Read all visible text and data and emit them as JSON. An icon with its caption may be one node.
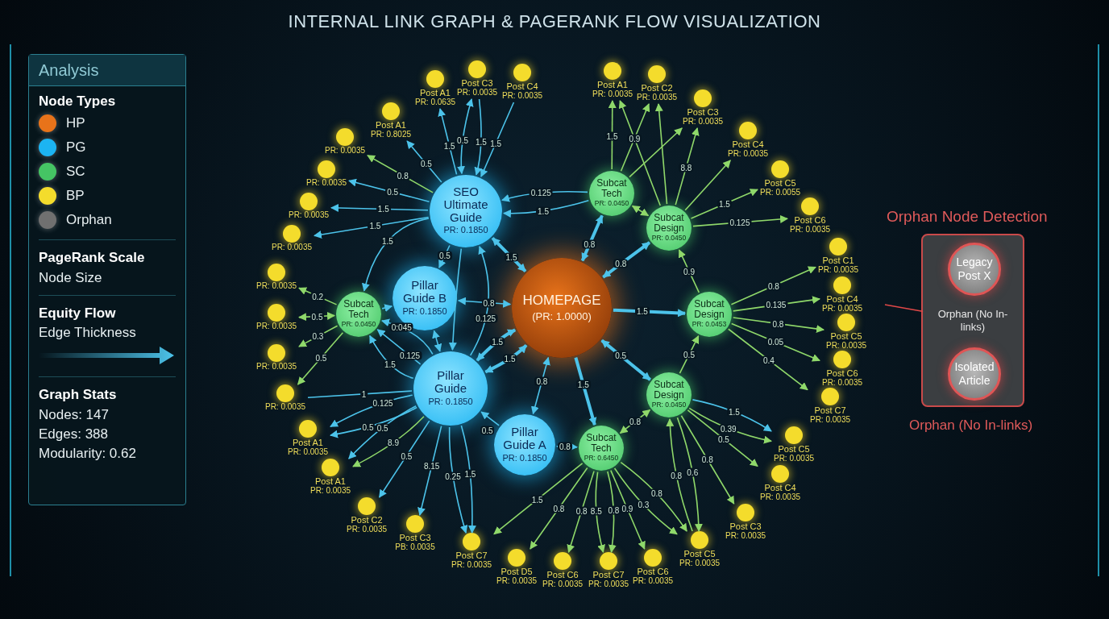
{
  "diagram": {
    "title": "INTERNAL LINK GRAPH & PAGERANK FLOW VISUALIZATION",
    "nodes": [
      {
        "text": [
          "HOMEPAGE",
          "(PR: 1.0000)"
        ]
      },
      {
        "text": [
          "SEO Ultimate Guide",
          "PR: 0.1850"
        ]
      },
      {
        "text": [
          "Pillar Guide B",
          "PR: 0.1850"
        ]
      },
      {
        "text": [
          "Pillar Guide",
          "PR: 0.1850"
        ]
      },
      {
        "text": [
          "Pillar Guide A",
          "PR: 0.1850"
        ]
      },
      {
        "text": [
          "Subcat Tech",
          "PR: 0.0450"
        ]
      },
      {
        "text": [
          "Subcat Tech",
          "PR: 0.0450"
        ]
      },
      {
        "text": [
          "Subcat Design",
          "PR: 0.0450"
        ]
      },
      {
        "text": [
          "Subcat Design",
          "PR: 0.0453"
        ]
      },
      {
        "text": [
          "Subcat Design",
          "PR: 0.0450"
        ]
      },
      {
        "text": [
          "Subcat Tech",
          "PR: 0.6450"
        ]
      },
      {
        "text": [
          "PR: 0.0035"
        ]
      },
      {
        "text": [
          "Post A1",
          "PR: 0.8025"
        ]
      },
      {
        "text": [
          "Post A1",
          "PR: 0.0635"
        ]
      },
      {
        "text": [
          "Post C3",
          "PR: 0.0035"
        ]
      },
      {
        "text": [
          "Post C4",
          "PR: 0.0035"
        ]
      },
      {
        "text": [
          "PR: 0.0035"
        ]
      },
      {
        "text": [
          "PR: 0.0035"
        ]
      },
      {
        "text": [
          "PR: 0.0035"
        ]
      },
      {
        "text": [
          "PR: 0.0035"
        ]
      },
      {
        "text": [
          "PR: 0.0035"
        ]
      },
      {
        "text": [
          "PR: 0.0035"
        ]
      },
      {
        "text": [
          "PR: 0.0035"
        ]
      },
      {
        "text": [
          "Post A1",
          "PR: 0.0035"
        ]
      },
      {
        "text": [
          "Post A1",
          "PR: 0.0035"
        ]
      },
      {
        "text": [
          "Post C2",
          "PR: 0.0035"
        ]
      },
      {
        "text": [
          "Post C3",
          "PB: 0.0035"
        ]
      },
      {
        "text": [
          "Post C7",
          "PR: 0.0035"
        ]
      },
      {
        "text": [
          "Post A1",
          "PR: 0.0035"
        ]
      },
      {
        "text": [
          "Post C2",
          "PR: 0.0035"
        ]
      },
      {
        "text": [
          "Post C3",
          "PR: 0.0035"
        ]
      },
      {
        "text": [
          "Post C4",
          "PR: 0.0035"
        ]
      },
      {
        "text": [
          "Post C5",
          "PR: 0.0055"
        ]
      },
      {
        "text": [
          "Post C6",
          "PR: 0.0035"
        ]
      },
      {
        "text": [
          "Post C1",
          "PR: 0.0035"
        ]
      },
      {
        "text": [
          "Post C4",
          "PR: 0.0035"
        ]
      },
      {
        "text": [
          "Post C5",
          "PR: 0.0035"
        ]
      },
      {
        "text": [
          "Post C6",
          "PR: 0.0035"
        ]
      },
      {
        "text": [
          "Post C7",
          "PR: 0.0035"
        ]
      },
      {
        "text": [
          "Post C5",
          "PR: 0.0035"
        ]
      },
      {
        "text": [
          "Post C4",
          "PR: 0.0035"
        ]
      },
      {
        "text": [
          "Post C3",
          "PR: 0.0035"
        ]
      },
      {
        "text": [
          "Post C5",
          "PR: 0.0035"
        ]
      },
      {
        "text": [
          "Post C6",
          "PR: 0.0035"
        ]
      },
      {
        "text": [
          "Post C7",
          "PR: 0.0035"
        ]
      },
      {
        "text": [
          "Post C6",
          "PR: 0.0035"
        ]
      },
      {
        "text": [
          "Post D5",
          "PR: 0.0035"
        ]
      },
      {
        "text": [
          "Orphan (No In-links)"
        ]
      },
      {
        "text": [
          "Legacy Post X"
        ],
        "in": 47
      },
      {
        "text": [
          "Isolated Article"
        ],
        "in": 47
      }
    ],
    "edges": [
      {
        "from": 0,
        "to": 1,
        "arrow": "both",
        "label": "1.5",
        "style": "thick"
      },
      {
        "from": 0,
        "to": 2,
        "arrow": "both",
        "label": "0.8"
      },
      {
        "from": 3,
        "to": 0,
        "arrow": "both",
        "label": "1.5",
        "style": "thick"
      },
      {
        "from": 3,
        "to": 0,
        "arrow": "both",
        "label": "1.5",
        "style": "thick"
      },
      {
        "from": 4,
        "to": 0,
        "arrow": "both",
        "label": "0.8"
      },
      {
        "from": 0,
        "to": 6,
        "arrow": "both",
        "label": "0.8",
        "style": "thick"
      },
      {
        "from": 0,
        "to": 7,
        "arrow": "both",
        "label": "0.8",
        "style": "thick"
      },
      {
        "from": 0,
        "to": 8,
        "arrow": "to",
        "label": "1.5",
        "style": "thick"
      },
      {
        "from": 0,
        "to": 9,
        "arrow": "both",
        "label": "0.5",
        "style": "thick"
      },
      {
        "from": 0,
        "to": 10,
        "arrow": "to",
        "label": "1.5",
        "style": "thick"
      },
      {
        "from": 4,
        "to": 10,
        "arrow": "both",
        "label": "0.8"
      },
      {
        "from": 10,
        "to": 9,
        "arrow": "both",
        "label": "0.8",
        "color": "#8fd86a"
      },
      {
        "from": 9,
        "to": 8,
        "arrow": "to",
        "label": "0.5",
        "color": "#8fd86a"
      },
      {
        "from": 8,
        "to": 7,
        "arrow": "to",
        "label": "0.9",
        "color": "#8fd86a"
      },
      {
        "from": 6,
        "to": 7,
        "arrow": "both",
        "color": "#8fd86a"
      },
      {
        "from": 6,
        "to": 1,
        "arrow": "to",
        "label": "0.125"
      },
      {
        "from": 6,
        "to": 1,
        "arrow": "to",
        "label": "1.5"
      },
      {
        "from": 1,
        "to": 2,
        "arrow": "to",
        "label": "0.5"
      },
      {
        "from": 1,
        "to": 3,
        "arrow": "to"
      },
      {
        "from": 3,
        "to": 1,
        "arrow": "to",
        "label": "0.125"
      },
      {
        "from": 1,
        "to": 5,
        "arrow": "to",
        "label": "1.5"
      },
      {
        "from": 3,
        "to": 5,
        "arrow": "to",
        "label": "1.5"
      },
      {
        "from": 3,
        "to": 5,
        "arrow": "to",
        "label": "0.125"
      },
      {
        "from": 3,
        "to": 5,
        "arrow": "to",
        "label": "0:045"
      },
      {
        "from": 5,
        "to": 2,
        "arrow": "to"
      },
      {
        "from": 3,
        "to": 2,
        "arrow": "both"
      },
      {
        "from": 3,
        "to": 22,
        "arrow": "none",
        "label": "1"
      },
      {
        "from": 4,
        "to": 3,
        "arrow": "to",
        "label": "0.5"
      },
      {
        "from": 10,
        "to": 27,
        "arrow": "to",
        "label": "1.5",
        "color": "#8fd86a"
      },
      {
        "from": 1,
        "to": 11,
        "arrow": "to",
        "label": "0.8",
        "color": "#8fd86a"
      },
      {
        "from": 1,
        "to": 12,
        "arrow": "to",
        "label": "0.5"
      },
      {
        "from": 1,
        "to": 13,
        "arrow": "to",
        "label": "1.5"
      },
      {
        "from": 1,
        "to": 14,
        "arrow": "both",
        "label": "0.5"
      },
      {
        "from": 14,
        "to": 1,
        "arrow": "to",
        "label": "1.5"
      },
      {
        "from": 15,
        "to": 1,
        "arrow": "to",
        "label": "1.5"
      },
      {
        "from": 1,
        "to": 16,
        "arrow": "to",
        "label": "0.5"
      },
      {
        "from": 1,
        "to": 17,
        "arrow": "to",
        "label": "1.5"
      },
      {
        "from": 1,
        "to": 18,
        "arrow": "to",
        "label": "1.5"
      },
      {
        "from": 5,
        "to": 19,
        "arrow": "to",
        "label": "0.2",
        "color": "#8fd86a"
      },
      {
        "from": 5,
        "to": 20,
        "arrow": "both",
        "label": "0.5",
        "color": "#8fd86a"
      },
      {
        "from": 5,
        "to": 21,
        "arrow": "to",
        "label": "0.3",
        "color": "#8fd86a"
      },
      {
        "from": 5,
        "to": 22,
        "arrow": "to",
        "label": "0.5",
        "color": "#8fd86a"
      },
      {
        "from": 3,
        "to": 23,
        "arrow": "to",
        "label": "0.5"
      },
      {
        "from": 3,
        "to": 23,
        "arrow": "to",
        "label": "0.125"
      },
      {
        "from": 3,
        "to": 24,
        "arrow": "to",
        "label": "8.9",
        "color": "#8fd86a"
      },
      {
        "from": 3,
        "to": 24,
        "arrow": "to",
        "label": "0.5"
      },
      {
        "from": 3,
        "to": 25,
        "arrow": "to",
        "label": "0.5"
      },
      {
        "from": 3,
        "to": 26,
        "arrow": "to",
        "label": "8.15"
      },
      {
        "from": 3,
        "to": 27,
        "arrow": "to",
        "label": "1.5"
      },
      {
        "from": 3,
        "to": 27,
        "arrow": "to",
        "label": "0.25"
      },
      {
        "from": 6,
        "to": 28,
        "arrow": "to",
        "label": "1.5",
        "color": "#8fd86a"
      },
      {
        "from": 6,
        "to": 29,
        "arrow": "to",
        "label": "0.9",
        "color": "#8fd86a"
      },
      {
        "from": 6,
        "to": 30,
        "arrow": "to",
        "color": "#8fd86a"
      },
      {
        "from": 7,
        "to": 28,
        "arrow": "to",
        "color": "#8fd86a"
      },
      {
        "from": 7,
        "to": 29,
        "arrow": "to",
        "color": "#8fd86a"
      },
      {
        "from": 7,
        "to": 30,
        "arrow": "to",
        "label": "8.8",
        "color": "#8fd86a"
      },
      {
        "from": 7,
        "to": 31,
        "arrow": "to",
        "color": "#8fd86a"
      },
      {
        "from": 7,
        "to": 32,
        "arrow": "to",
        "label": "1.5",
        "color": "#8fd86a"
      },
      {
        "from": 7,
        "to": 33,
        "arrow": "to",
        "label": "0.125",
        "color": "#8fd86a"
      },
      {
        "from": 8,
        "to": 34,
        "arrow": "to",
        "label": "0.8",
        "color": "#8fd86a"
      },
      {
        "from": 8,
        "to": 35,
        "arrow": "to",
        "label": "0.135",
        "color": "#8fd86a"
      },
      {
        "from": 8,
        "to": 36,
        "arrow": "to",
        "label": "0.8",
        "color": "#8fd86a"
      },
      {
        "from": 8,
        "to": 37,
        "arrow": "to",
        "label": "0.05",
        "color": "#8fd86a"
      },
      {
        "from": 8,
        "to": 38,
        "arrow": "to",
        "label": "0.4",
        "color": "#8fd86a"
      },
      {
        "from": 9,
        "to": 39,
        "arrow": "to",
        "label": "1.5"
      },
      {
        "from": 9,
        "to": 39,
        "arrow": "to",
        "label": "0.39",
        "color": "#8fd86a"
      },
      {
        "from": 9,
        "to": 40,
        "arrow": "to",
        "label": "0.5",
        "color": "#8fd86a"
      },
      {
        "from": 9,
        "to": 41,
        "arrow": "to",
        "label": "0.8",
        "color": "#8fd86a"
      },
      {
        "from": 9,
        "to": 42,
        "arrow": "to",
        "label": "0.6",
        "color": "#8fd86a"
      },
      {
        "from": 42,
        "to": 9,
        "arrow": "to",
        "label": "0.8",
        "color": "#8fd86a"
      },
      {
        "from": 10,
        "to": 42,
        "arrow": "to",
        "label": "0.8",
        "color": "#8fd86a"
      },
      {
        "from": 10,
        "to": 42,
        "arrow": "to",
        "label": "0.3",
        "color": "#8fd86a"
      },
      {
        "from": 10,
        "to": 43,
        "arrow": "to",
        "label": "0.9",
        "color": "#8fd86a"
      },
      {
        "from": 10,
        "to": 44,
        "arrow": "to",
        "label": "0.8",
        "color": "#8fd86a"
      },
      {
        "from": 10,
        "to": 44,
        "arrow": "to",
        "label": "8.5",
        "color": "#8fd86a"
      },
      {
        "from": 10,
        "to": 45,
        "arrow": "to",
        "label": "0.8",
        "color": "#8fd86a"
      },
      {
        "from": 10,
        "to": 46,
        "arrow": "to",
        "label": "0.8",
        "color": "#8fd86a"
      },
      {
        "from": null,
        "to": 47,
        "arrow": "none",
        "color": "#e04848"
      }
    ],
    "labels": [
      "Analysis",
      "Node Types",
      "PageRank Scale",
      "Node Size",
      "Equity Flow",
      "Edge Thickness",
      "Graph Stats",
      "Nodes: 147",
      "Edges: 388",
      "Modularity: 0.62",
      "Orphan Node Detection",
      "Orphan (No In-links)"
    ],
    "legend": [
      {
        "text": "HP",
        "color": "#e8731a"
      },
      {
        "text": "PG",
        "color": "#1cb4f2"
      },
      {
        "text": "SC",
        "color": "#45c464"
      },
      {
        "text": "BP",
        "color": "#f4dc2c"
      },
      {
        "text": "Orphan",
        "color": "#707070"
      }
    ]
  }
}
